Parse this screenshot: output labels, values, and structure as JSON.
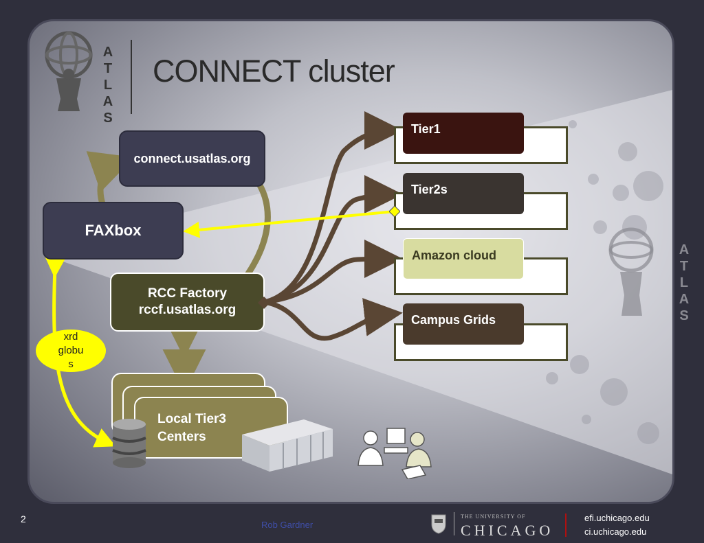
{
  "slide": {
    "title": "CONNECT cluster",
    "logo_letters": [
      "A",
      "T",
      "L",
      "A",
      "S"
    ]
  },
  "nodes": {
    "connect": "connect.usatlas.org",
    "faxbox": "FAXbox",
    "rcc_line1": "RCC Factory",
    "rcc_line2": "rccf.usatlas.org",
    "local_line1": "Local Tier3",
    "local_line2": "Centers",
    "ellipse_lines": [
      "xrd",
      "globu",
      "s"
    ]
  },
  "tiers": [
    {
      "label": "Tier1",
      "color": "#3a1410"
    },
    {
      "label": "Tier2s",
      "color": "#3a3430"
    },
    {
      "label": "Amazon cloud",
      "color": "#d8dca0"
    },
    {
      "label": "Campus Grids",
      "color": "#4a3a2c"
    }
  ],
  "colors": {
    "accent_yellow": "#ffff00",
    "arrow_brown": "#5a4634",
    "olive": "#4a4a2a",
    "navy": "#3d3d52"
  },
  "footer": {
    "page_number": "2",
    "author": "Rob Gardner",
    "university_small": "THE UNIVERSITY OF",
    "university": "CHICAGO",
    "link1": "efi.uchicago.edu",
    "link2": "ci.uchicago.edu"
  }
}
